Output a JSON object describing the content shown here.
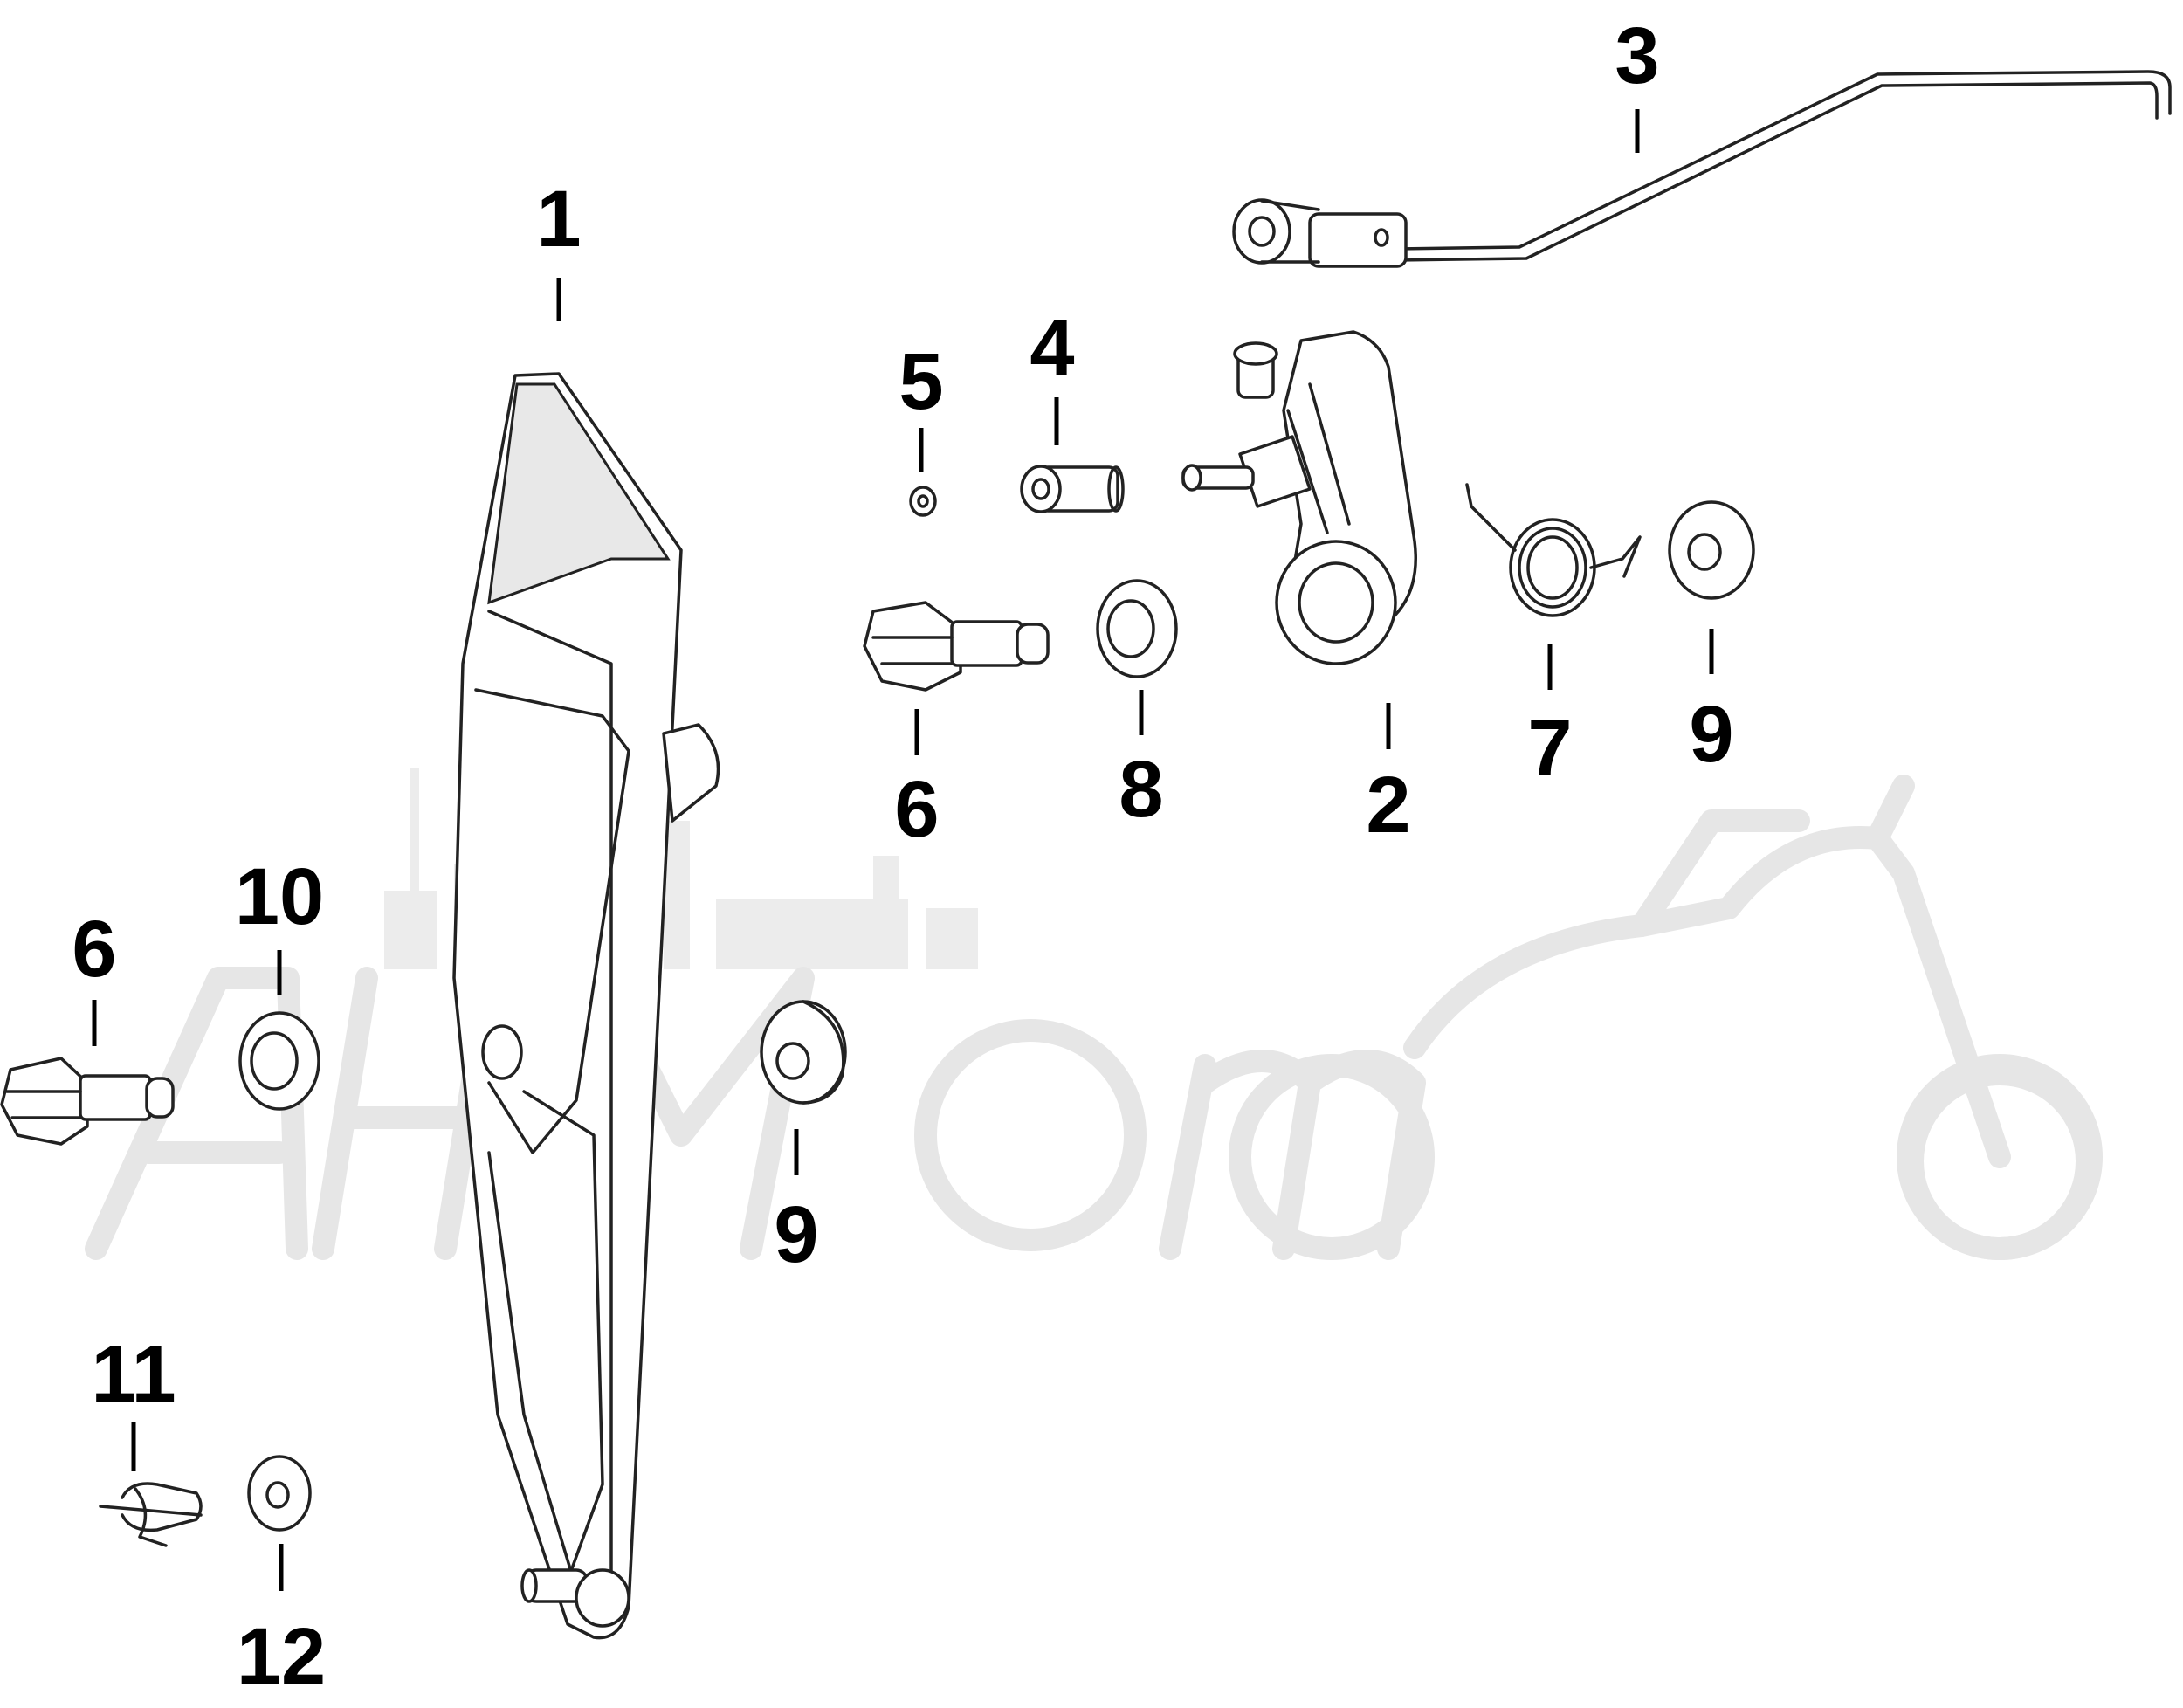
{
  "diagram": {
    "callouts": [
      {
        "id": "c1",
        "label": "1"
      },
      {
        "id": "c2",
        "label": "2"
      },
      {
        "id": "c3",
        "label": "3"
      },
      {
        "id": "c4",
        "label": "4"
      },
      {
        "id": "c5",
        "label": "5"
      },
      {
        "id": "c6a",
        "label": "6"
      },
      {
        "id": "c6b",
        "label": "6"
      },
      {
        "id": "c7",
        "label": "7"
      },
      {
        "id": "c8",
        "label": "8"
      },
      {
        "id": "c9a",
        "label": "9"
      },
      {
        "id": "c9b",
        "label": "9"
      },
      {
        "id": "c10",
        "label": "10"
      },
      {
        "id": "c11",
        "label": "11"
      },
      {
        "id": "c12",
        "label": "12"
      }
    ]
  },
  "watermark": {
    "text": "AHMOTO",
    "icon": "motorcycle-watermark-icon",
    "color": "#e8e8e8"
  }
}
